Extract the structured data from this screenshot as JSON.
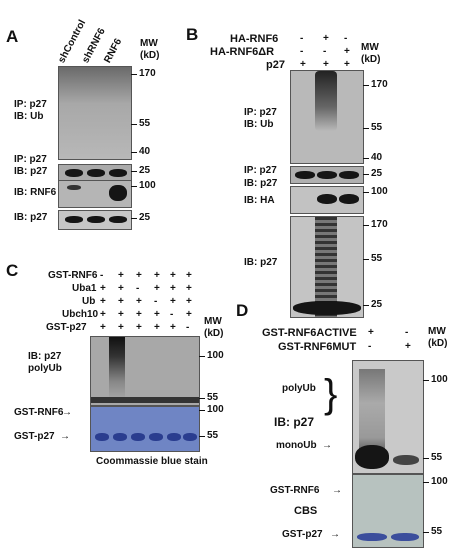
{
  "panelA": {
    "label": "A",
    "lanes": [
      "shControl",
      "shRNF6",
      "RNF6"
    ],
    "mw_header": "MW (kD)",
    "rows": [
      {
        "label1": "IP: p27",
        "label2": "IB: Ub"
      },
      {
        "label1": "IP: p27",
        "label2": "IB: p27"
      },
      {
        "label1": "IB: RNF6",
        "label2": ""
      },
      {
        "label1": "IB: p27",
        "label2": ""
      }
    ],
    "mw": [
      "170",
      "55",
      "40",
      "25",
      "100",
      "25"
    ]
  },
  "panelB": {
    "label": "B",
    "cond_rows": [
      {
        "name": "HA-RNF6",
        "signs": [
          "-",
          "+",
          "-"
        ]
      },
      {
        "name": "HA-RNF6ΔR",
        "signs": [
          "-",
          "-",
          "+"
        ]
      },
      {
        "name": "p27",
        "signs": [
          "+",
          "+",
          "+"
        ]
      }
    ],
    "mw_header": "MW (kD)",
    "rows": [
      {
        "label1": "IP: p27",
        "label2": "IB: Ub"
      },
      {
        "label1": "IP: p27",
        "label2": "IB: p27"
      },
      {
        "label1": "IB: HA",
        "label2": ""
      },
      {
        "label1": "IB: p27",
        "label2": ""
      }
    ],
    "mw": [
      "170",
      "55",
      "40",
      "25",
      "100",
      "170",
      "55",
      "25"
    ]
  },
  "panelC": {
    "label": "C",
    "cond_rows": [
      {
        "name": "GST-RNF6",
        "signs": [
          "-",
          "+",
          "+",
          "+",
          "+",
          "+"
        ]
      },
      {
        "name": "Uba1",
        "signs": [
          "+",
          "+",
          "-",
          "+",
          "+",
          "+"
        ]
      },
      {
        "name": "Ub",
        "signs": [
          "+",
          "+",
          "+",
          "-",
          "+",
          "+"
        ]
      },
      {
        "name": "Ubch10",
        "signs": [
          "+",
          "+",
          "+",
          "+",
          "-",
          "+"
        ]
      },
      {
        "name": "GST-p27",
        "signs": [
          "+",
          "+",
          "+",
          "+",
          "+",
          "-"
        ]
      }
    ],
    "mw_header": "MW (kD)",
    "blot_label1": "IB: p27",
    "blot_label2": "polyUb",
    "gel_label1": "GST-RNF6",
    "gel_label2": "GST-p27",
    "stain": "Coommassie blue stain",
    "mw": [
      "100",
      "55",
      "100",
      "55"
    ]
  },
  "panelD": {
    "label": "D",
    "cond_rows": [
      {
        "name": "GST-RNF6ACTIVE",
        "signs": [
          "+",
          "-"
        ]
      },
      {
        "name": "GST-RNF6MUT",
        "signs": [
          "-",
          "+"
        ]
      }
    ],
    "mw_header": "MW (kD)",
    "polyUb": "polyUb",
    "ib": "IB: p27",
    "monoUb": "monoUb",
    "gel_label1": "GST-RNF6",
    "cbs": "CBS",
    "gel_label2": "GST-p27",
    "mw": [
      "100",
      "55",
      "100",
      "55"
    ]
  }
}
